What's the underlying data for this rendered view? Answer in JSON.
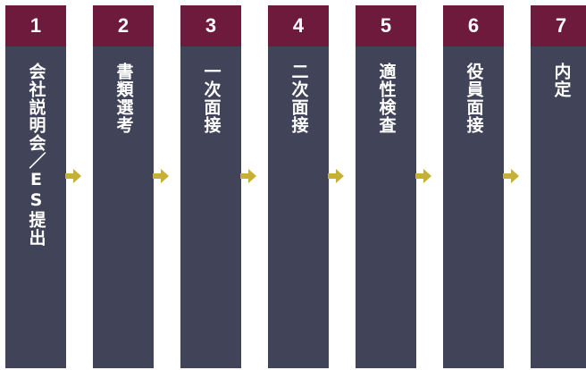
{
  "colors": {
    "header": "#6d1a3c",
    "body": "#414458",
    "arrow": "#c6b035",
    "text": "#ffffff"
  },
  "steps": [
    {
      "number": "1",
      "label": "会社説明会／ES提出"
    },
    {
      "number": "2",
      "label": "書類選考"
    },
    {
      "number": "3",
      "label": "一次面接"
    },
    {
      "number": "4",
      "label": "二次面接"
    },
    {
      "number": "5",
      "label": "適性検査"
    },
    {
      "number": "6",
      "label": "役員面接"
    },
    {
      "number": "7",
      "label": "内定"
    }
  ],
  "arrow_icon": "arrow-right-icon"
}
